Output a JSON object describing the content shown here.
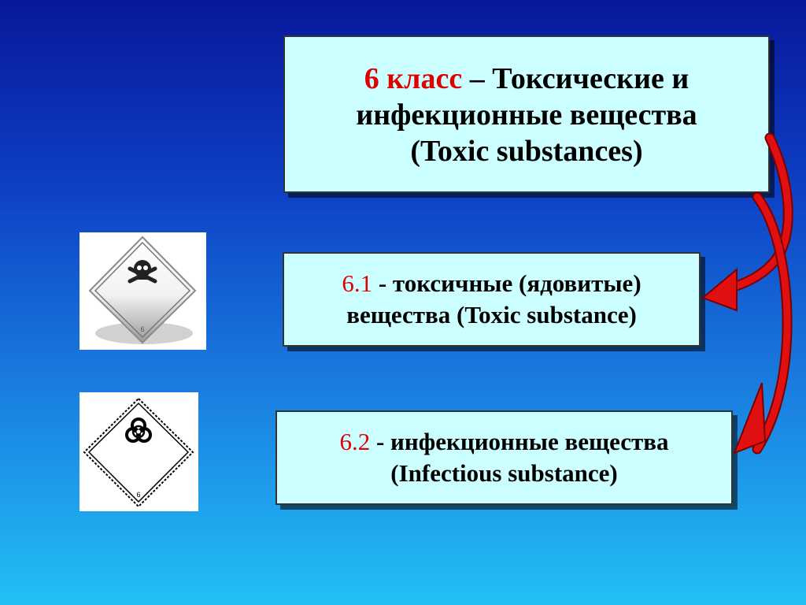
{
  "slide": {
    "main_box": {
      "class_label": "6 класс",
      "line1_rest": " – Токсические и",
      "line2": "инфекционные вещества",
      "line3": "(Toxic substances)"
    },
    "box_6_1": {
      "number": "6.1",
      "line1_rest": " - токсичные (ядовитые)",
      "line2_a": "вещества ",
      "line2_b": "(Toxic substance)"
    },
    "box_6_2": {
      "number": "6.2",
      "line1_rest": " - инфекционные вещества",
      "line2": "(Infectious substance)"
    },
    "signs": {
      "toxic": {
        "icon": "skull-crossbones-icon",
        "number": "6"
      },
      "infectious": {
        "icon": "biohazard-icon",
        "number": "6"
      }
    }
  },
  "colors": {
    "accent_red": "#e00000",
    "box_fill": "#ccffff",
    "arrow_red": "#e01010"
  }
}
